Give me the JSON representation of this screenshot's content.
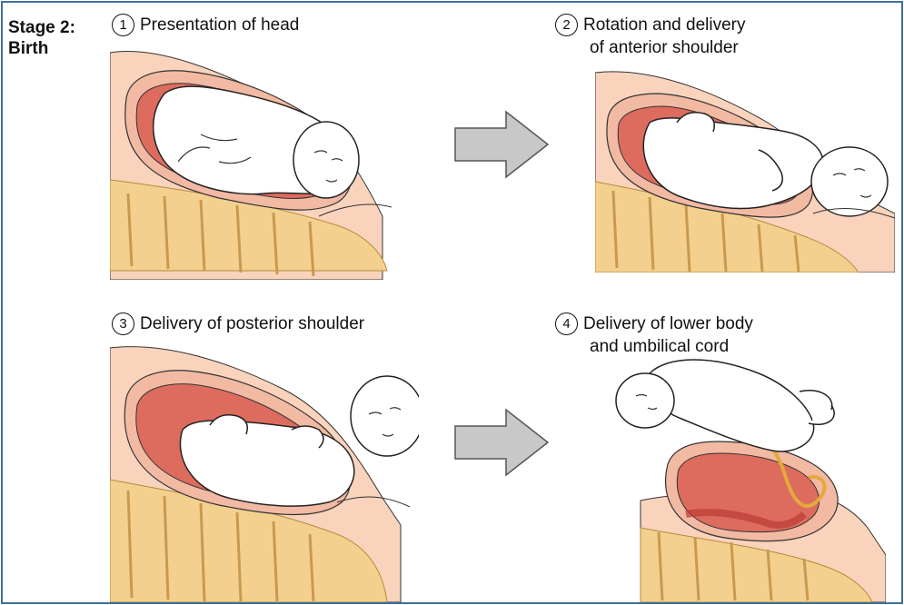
{
  "stage_title": [
    "Stage 2:",
    "Birth"
  ],
  "steps": [
    {
      "number": "1",
      "lines": [
        "Presentation of head"
      ]
    },
    {
      "number": "2",
      "lines": [
        "Rotation and delivery",
        "of anterior shoulder"
      ]
    },
    {
      "number": "3",
      "lines": [
        "Delivery of posterior shoulder"
      ]
    },
    {
      "number": "4",
      "lines": [
        "Delivery of lower body",
        "and umbilical cord"
      ]
    }
  ],
  "colors": {
    "frame": "#3f6f97",
    "uterus_wall": "#f2b9a3",
    "uterus_inner": "#dd6c5e",
    "uterus_deep": "#c9524a",
    "skin_outer": "#f9d3bc",
    "spine": "#f3d08e",
    "spine_dark": "#e3b56a",
    "baby": "#ffffff",
    "outline": "#222222",
    "arrow": "#c8c8c8",
    "cord": "#e4a93d"
  },
  "icons": {
    "arrow": "right-arrow-icon"
  }
}
